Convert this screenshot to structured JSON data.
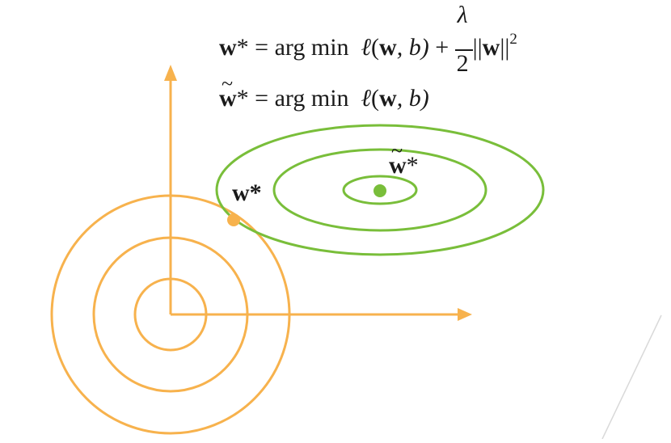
{
  "equations": {
    "line1": {
      "lhs_var": "w",
      "lhs_star": "*",
      "eq": "=",
      "op": "arg min",
      "loss_fn": "ℓ",
      "loss_arg_open": "(",
      "loss_w": "w",
      "loss_rest": ", b)",
      "plus": "+",
      "frac_num": "λ",
      "frac_den": "2",
      "norm_open": "||",
      "norm_w": "w",
      "norm_close": "||",
      "exp": "2"
    },
    "line2": {
      "lhs_var": "w",
      "lhs_tilde": "~",
      "lhs_star": "*",
      "eq": "=",
      "op": "arg min",
      "loss_fn": "ℓ",
      "loss_arg_open": "(",
      "loss_w": "w",
      "loss_rest": ", b)"
    }
  },
  "labels": {
    "w_star": "w*",
    "w_tilde_star_var": "w",
    "w_tilde_star_tilde": "~",
    "w_tilde_star_star": "*"
  },
  "colors": {
    "orange": "#F7B24D",
    "green": "#79BE3A",
    "text": "#1a1a1a"
  },
  "icons": {
    "regularization_contours": "concentric-circles",
    "loss_contours": "concentric-ellipses",
    "axes": "arrow-axes"
  }
}
